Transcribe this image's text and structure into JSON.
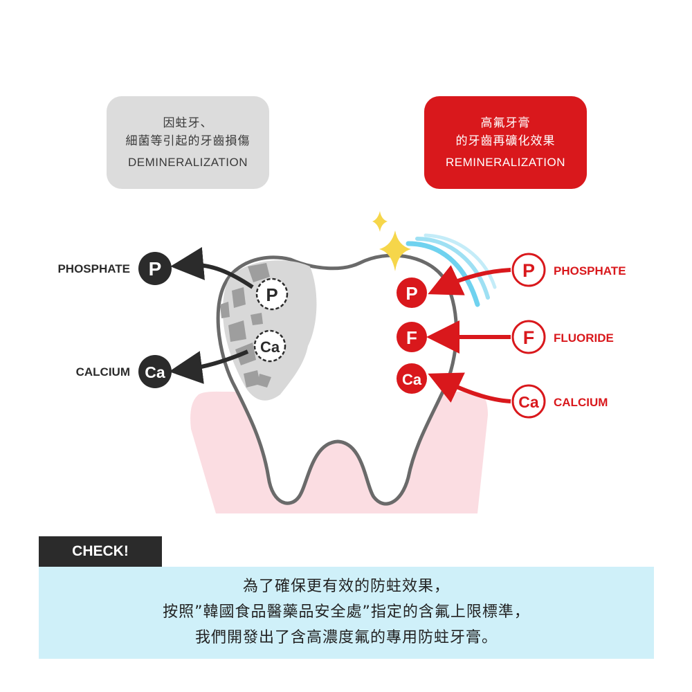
{
  "demineralization": {
    "line1": "因蛀牙、",
    "line2": "細菌等引起的牙齒損傷",
    "english": "DEMINERALIZATION"
  },
  "remineralization": {
    "line1": "高氟牙膏",
    "line2": "的牙齒再礦化效果",
    "english": "REMINERALIZATION"
  },
  "left_ions": {
    "phosphate_label": "PHOSPHATE",
    "phosphate_symbol": "P",
    "calcium_label": "CALCIUM",
    "calcium_symbol": "Ca"
  },
  "tooth_left_ions": {
    "p": "P",
    "ca": "Ca"
  },
  "tooth_right_ions": {
    "p": "P",
    "f": "F",
    "ca": "Ca"
  },
  "right_ions": {
    "phosphate_label": "PHOSPHATE",
    "phosphate_symbol": "P",
    "fluoride_label": "FLUORIDE",
    "fluoride_symbol": "F",
    "calcium_label": "CALCIUM",
    "calcium_symbol": "Ca"
  },
  "check": {
    "tab": "CHECK!",
    "line1": "為了確保更有效的防蛀效果，",
    "line2": "按照”韓國食品醫藥品安全處”指定的含氟上限標準，",
    "line3": "我們開發出了含高濃度氟的專用防蛀牙膏。"
  },
  "colors": {
    "red": "#d9181c",
    "dark": "#2b2b2b",
    "gum": "#fbdde2",
    "decay": "#bdbdbd",
    "light_blue": "#cff0f9"
  }
}
